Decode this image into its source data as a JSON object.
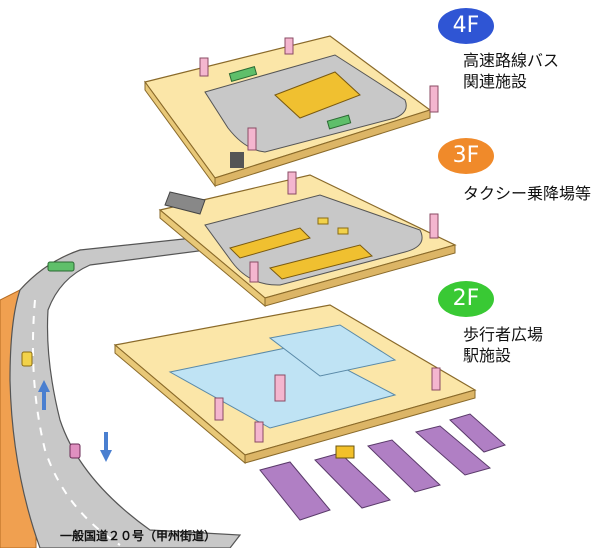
{
  "floors": [
    {
      "badge": "4F",
      "badge_color": "#2f55d4",
      "description": "高速路線バス\n関連施設"
    },
    {
      "badge": "3F",
      "badge_color": "#f08a2a",
      "description": "タクシー乗降場等"
    },
    {
      "badge": "2F",
      "badge_color": "#39c934",
      "description": "歩行者広場\n駅施設"
    }
  ],
  "road": {
    "label": "一般国道２０号（甲州街道）"
  },
  "colors": {
    "floor_fill": "#fbe6a8",
    "floor_edge": "#d9b86a",
    "road_gray": "#c8c8c8",
    "pillar_pink": "#f4b6cf",
    "concourse_blue": "#bfe3f4",
    "platform_purple": "#b07fc4",
    "earth_orange": "#f0a050",
    "arrow_blue": "#4a7fd0"
  },
  "icons": [
    "bus-icon",
    "taxi-icon",
    "car-icon",
    "train-icon",
    "arrow-icon",
    "escalator-icon"
  ]
}
